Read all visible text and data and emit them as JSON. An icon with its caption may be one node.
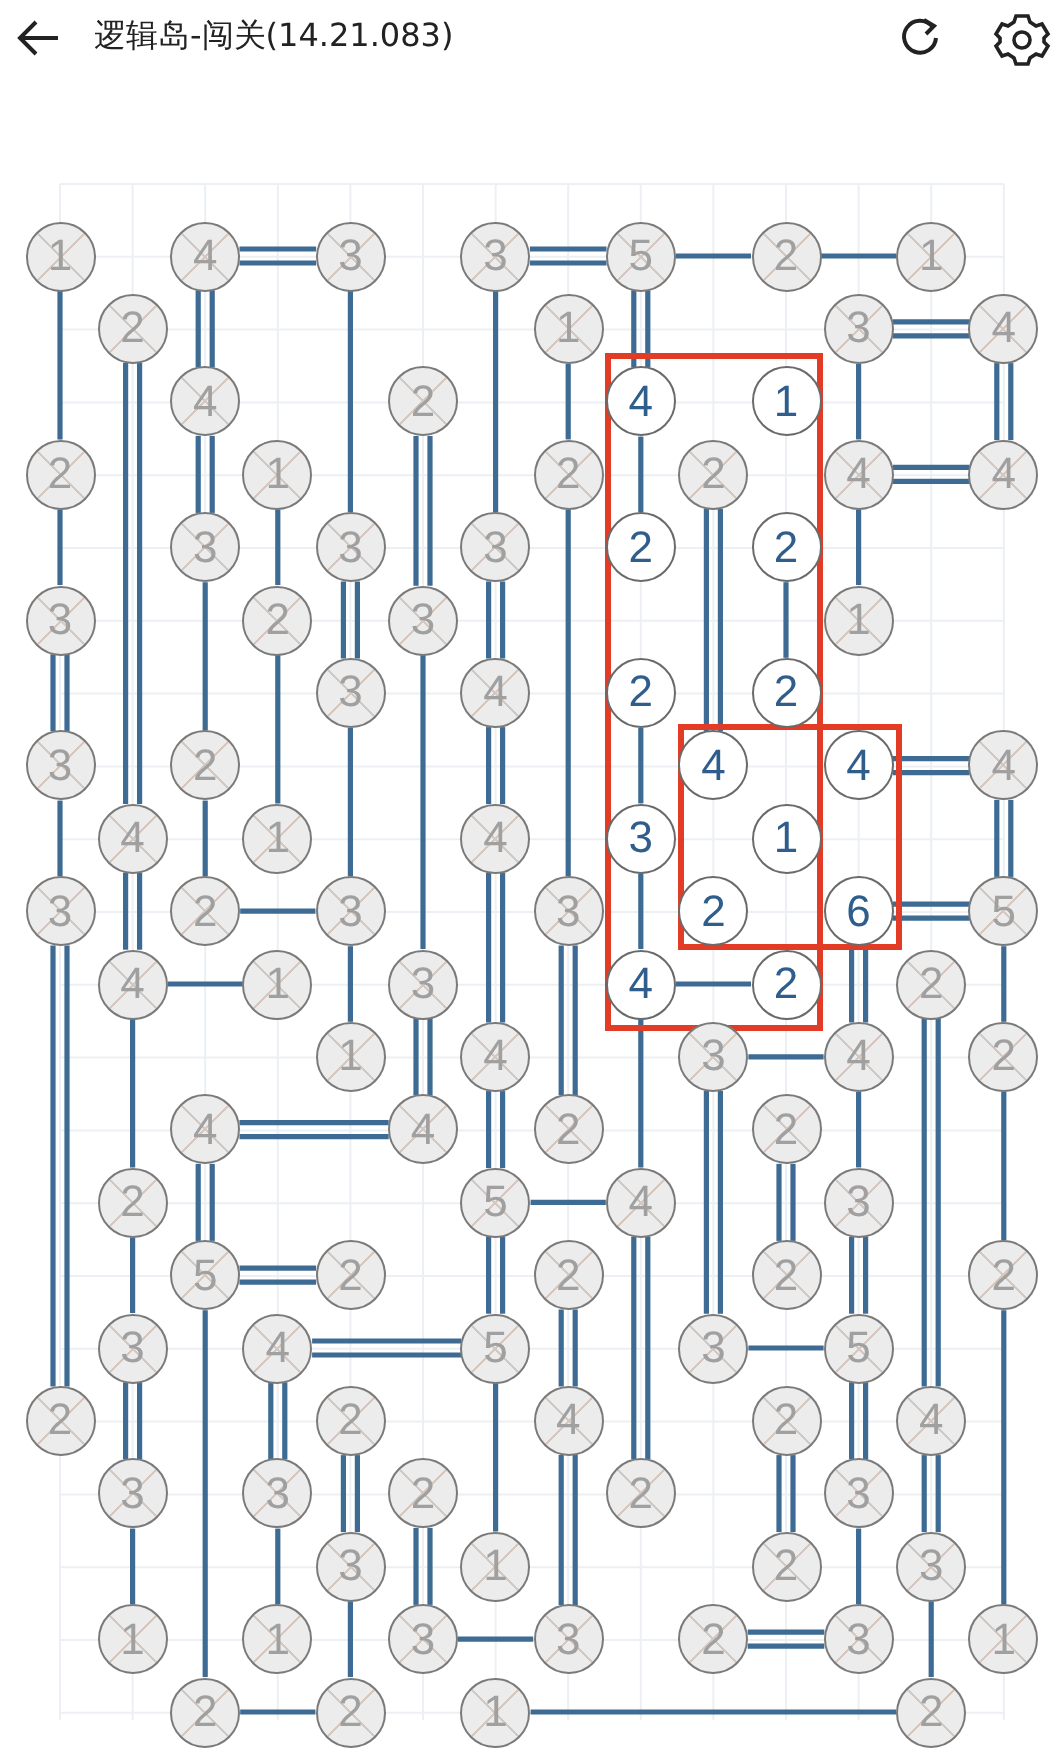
{
  "diagram": {
    "title": "逻辑岛-闯关(14.21.083)",
    "nodes": [
      {
        "text": [
          "1"
        ]
      },
      {
        "text": [
          "4"
        ]
      },
      {
        "text": [
          "3"
        ]
      },
      {
        "text": [
          "3"
        ]
      },
      {
        "text": [
          "5"
        ]
      },
      {
        "text": [
          "2"
        ]
      },
      {
        "text": [
          "1"
        ]
      },
      {
        "text": [
          "2"
        ]
      },
      {
        "text": [
          "1"
        ]
      },
      {
        "text": [
          "3"
        ]
      },
      {
        "text": [
          "4"
        ]
      },
      {
        "text": [
          "4"
        ]
      },
      {
        "text": [
          "2"
        ]
      },
      {
        "text": [
          "4"
        ]
      },
      {
        "text": [
          "1"
        ]
      },
      {
        "text": [
          "2"
        ]
      },
      {
        "text": [
          "1"
        ]
      },
      {
        "text": [
          "2"
        ]
      },
      {
        "text": [
          "2"
        ]
      },
      {
        "text": [
          "4"
        ]
      },
      {
        "text": [
          "4"
        ]
      },
      {
        "text": [
          "3"
        ]
      },
      {
        "text": [
          "3"
        ]
      },
      {
        "text": [
          "3"
        ]
      },
      {
        "text": [
          "2"
        ]
      },
      {
        "text": [
          "2"
        ]
      },
      {
        "text": [
          "3"
        ]
      },
      {
        "text": [
          "2"
        ]
      },
      {
        "text": [
          "3"
        ]
      },
      {
        "text": [
          "1"
        ]
      },
      {
        "text": [
          "3"
        ]
      },
      {
        "text": [
          "4"
        ]
      },
      {
        "text": [
          "2"
        ]
      },
      {
        "text": [
          "2"
        ]
      },
      {
        "text": [
          "3"
        ]
      },
      {
        "text": [
          "2"
        ]
      },
      {
        "text": [
          "4"
        ]
      },
      {
        "text": [
          "4"
        ]
      },
      {
        "text": [
          "4"
        ]
      },
      {
        "text": [
          "4"
        ]
      },
      {
        "text": [
          "1"
        ]
      },
      {
        "text": [
          "4"
        ]
      },
      {
        "text": [
          "3"
        ]
      },
      {
        "text": [
          "1"
        ]
      },
      {
        "text": [
          "3"
        ]
      },
      {
        "text": [
          "2"
        ]
      },
      {
        "text": [
          "3"
        ]
      },
      {
        "text": [
          "3"
        ]
      },
      {
        "text": [
          "2"
        ]
      },
      {
        "text": [
          "6"
        ]
      },
      {
        "text": [
          "5"
        ]
      },
      {
        "text": [
          "4"
        ]
      },
      {
        "text": [
          "1"
        ]
      },
      {
        "text": [
          "3"
        ]
      },
      {
        "text": [
          "4"
        ]
      },
      {
        "text": [
          "2"
        ]
      },
      {
        "text": [
          "2"
        ]
      },
      {
        "text": [
          "1"
        ]
      },
      {
        "text": [
          "4"
        ]
      },
      {
        "text": [
          "3"
        ]
      },
      {
        "text": [
          "4"
        ]
      },
      {
        "text": [
          "2"
        ]
      },
      {
        "text": [
          "4"
        ]
      },
      {
        "text": [
          "4"
        ]
      },
      {
        "text": [
          "2"
        ]
      },
      {
        "text": [
          "2"
        ]
      },
      {
        "text": [
          "2"
        ]
      },
      {
        "text": [
          "5"
        ]
      },
      {
        "text": [
          "4"
        ]
      },
      {
        "text": [
          "3"
        ]
      },
      {
        "text": [
          "5"
        ]
      },
      {
        "text": [
          "2"
        ]
      },
      {
        "text": [
          "2"
        ]
      },
      {
        "text": [
          "2"
        ]
      },
      {
        "text": [
          "2"
        ]
      },
      {
        "text": [
          "3"
        ]
      },
      {
        "text": [
          "4"
        ]
      },
      {
        "text": [
          "5"
        ]
      },
      {
        "text": [
          "3"
        ]
      },
      {
        "text": [
          "5"
        ]
      },
      {
        "text": [
          "2"
        ]
      },
      {
        "text": [
          "2"
        ]
      },
      {
        "text": [
          "4"
        ]
      },
      {
        "text": [
          "2"
        ]
      },
      {
        "text": [
          "4"
        ]
      },
      {
        "text": [
          "3"
        ]
      },
      {
        "text": [
          "3"
        ]
      },
      {
        "text": [
          "2"
        ]
      },
      {
        "text": [
          "2"
        ]
      },
      {
        "text": [
          "3"
        ]
      },
      {
        "text": [
          "3"
        ]
      },
      {
        "text": [
          "1"
        ]
      },
      {
        "text": [
          "2"
        ]
      },
      {
        "text": [
          "3"
        ]
      },
      {
        "text": [
          "1"
        ]
      },
      {
        "text": [
          "1"
        ]
      },
      {
        "text": [
          "3"
        ]
      },
      {
        "text": [
          "3"
        ]
      },
      {
        "text": [
          "2"
        ]
      },
      {
        "text": [
          "3"
        ]
      },
      {
        "text": [
          "1"
        ]
      },
      {
        "text": [
          "2"
        ]
      },
      {
        "text": [
          "2"
        ]
      },
      {
        "text": [
          "1"
        ]
      },
      {
        "text": [
          "2"
        ]
      }
    ],
    "edges": [
      {
        "from": 0,
        "to": 15,
        "arrow": "none"
      },
      {
        "from": 15,
        "to": 26,
        "arrow": "none"
      },
      {
        "from": 26,
        "to": 34,
        "arrow": "none"
      },
      {
        "from": 26,
        "to": 34,
        "arrow": "none"
      },
      {
        "from": 34,
        "to": 44,
        "arrow": "none"
      },
      {
        "from": 44,
        "to": 80,
        "arrow": "none"
      },
      {
        "from": 44,
        "to": 80,
        "arrow": "none"
      },
      {
        "from": 7,
        "to": 39,
        "arrow": "none"
      },
      {
        "from": 7,
        "to": 39,
        "arrow": "none"
      },
      {
        "from": 39,
        "to": 51,
        "arrow": "none"
      },
      {
        "from": 39,
        "to": 51,
        "arrow": "none"
      },
      {
        "from": 51,
        "to": 66,
        "arrow": "none"
      },
      {
        "from": 66,
        "to": 75,
        "arrow": "none"
      },
      {
        "from": 75,
        "to": 85,
        "arrow": "none"
      },
      {
        "from": 75,
        "to": 85,
        "arrow": "none"
      },
      {
        "from": 85,
        "to": 94,
        "arrow": "none"
      },
      {
        "from": 1,
        "to": 11,
        "arrow": "none"
      },
      {
        "from": 1,
        "to": 11,
        "arrow": "none"
      },
      {
        "from": 11,
        "to": 21,
        "arrow": "none"
      },
      {
        "from": 11,
        "to": 21,
        "arrow": "none"
      },
      {
        "from": 21,
        "to": 35,
        "arrow": "none"
      },
      {
        "from": 35,
        "to": 45,
        "arrow": "none"
      },
      {
        "from": 62,
        "to": 70,
        "arrow": "none"
      },
      {
        "from": 62,
        "to": 70,
        "arrow": "none"
      },
      {
        "from": 70,
        "to": 101,
        "arrow": "none"
      },
      {
        "from": 16,
        "to": 27,
        "arrow": "none"
      },
      {
        "from": 27,
        "to": 40,
        "arrow": "none"
      },
      {
        "from": 76,
        "to": 86,
        "arrow": "none"
      },
      {
        "from": 76,
        "to": 86,
        "arrow": "none"
      },
      {
        "from": 86,
        "to": 95,
        "arrow": "none"
      },
      {
        "from": 2,
        "to": 22,
        "arrow": "none"
      },
      {
        "from": 22,
        "to": 30,
        "arrow": "none"
      },
      {
        "from": 22,
        "to": 30,
        "arrow": "none"
      },
      {
        "from": 30,
        "to": 46,
        "arrow": "none"
      },
      {
        "from": 46,
        "to": 57,
        "arrow": "none"
      },
      {
        "from": 81,
        "to": 90,
        "arrow": "none"
      },
      {
        "from": 81,
        "to": 90,
        "arrow": "none"
      },
      {
        "from": 90,
        "to": 102,
        "arrow": "none"
      },
      {
        "from": 12,
        "to": 28,
        "arrow": "none"
      },
      {
        "from": 12,
        "to": 28,
        "arrow": "none"
      },
      {
        "from": 28,
        "to": 53,
        "arrow": "none"
      },
      {
        "from": 53,
        "to": 63,
        "arrow": "none"
      },
      {
        "from": 53,
        "to": 63,
        "arrow": "none"
      },
      {
        "from": 87,
        "to": 96,
        "arrow": "none"
      },
      {
        "from": 87,
        "to": 96,
        "arrow": "none"
      },
      {
        "from": 3,
        "to": 23,
        "arrow": "none"
      },
      {
        "from": 23,
        "to": 31,
        "arrow": "none"
      },
      {
        "from": 23,
        "to": 31,
        "arrow": "none"
      },
      {
        "from": 31,
        "to": 41,
        "arrow": "none"
      },
      {
        "from": 31,
        "to": 41,
        "arrow": "none"
      },
      {
        "from": 41,
        "to": 58,
        "arrow": "none"
      },
      {
        "from": 41,
        "to": 58,
        "arrow": "none"
      },
      {
        "from": 58,
        "to": 67,
        "arrow": "none"
      },
      {
        "from": 58,
        "to": 67,
        "arrow": "none"
      },
      {
        "from": 67,
        "to": 77,
        "arrow": "none"
      },
      {
        "from": 67,
        "to": 77,
        "arrow": "none"
      },
      {
        "from": 77,
        "to": 91,
        "arrow": "none"
      },
      {
        "from": 8,
        "to": 17,
        "arrow": "none"
      },
      {
        "from": 17,
        "to": 47,
        "arrow": "none"
      },
      {
        "from": 47,
        "to": 64,
        "arrow": "none"
      },
      {
        "from": 47,
        "to": 64,
        "arrow": "none"
      },
      {
        "from": 72,
        "to": 82,
        "arrow": "none"
      },
      {
        "from": 72,
        "to": 82,
        "arrow": "none"
      },
      {
        "from": 82,
        "to": 97,
        "arrow": "none"
      },
      {
        "from": 82,
        "to": 97,
        "arrow": "none"
      },
      {
        "from": 4,
        "to": 13,
        "arrow": "none"
      },
      {
        "from": 4,
        "to": 13,
        "arrow": "none"
      },
      {
        "from": 13,
        "to": 24,
        "arrow": "none"
      },
      {
        "from": 32,
        "to": 42,
        "arrow": "none"
      },
      {
        "from": 42,
        "to": 54,
        "arrow": "none"
      },
      {
        "from": 54,
        "to": 68,
        "arrow": "none"
      },
      {
        "from": 68,
        "to": 88,
        "arrow": "none"
      },
      {
        "from": 68,
        "to": 88,
        "arrow": "none"
      },
      {
        "from": 18,
        "to": 36,
        "arrow": "none"
      },
      {
        "from": 18,
        "to": 36,
        "arrow": "none"
      },
      {
        "from": 59,
        "to": 78,
        "arrow": "none"
      },
      {
        "from": 59,
        "to": 78,
        "arrow": "none"
      },
      {
        "from": 25,
        "to": 33,
        "arrow": "none"
      },
      {
        "from": 65,
        "to": 73,
        "arrow": "none"
      },
      {
        "from": 65,
        "to": 73,
        "arrow": "none"
      },
      {
        "from": 83,
        "to": 92,
        "arrow": "none"
      },
      {
        "from": 83,
        "to": 92,
        "arrow": "none"
      },
      {
        "from": 9,
        "to": 19,
        "arrow": "none"
      },
      {
        "from": 19,
        "to": 29,
        "arrow": "none"
      },
      {
        "from": 49,
        "to": 60,
        "arrow": "none"
      },
      {
        "from": 49,
        "to": 60,
        "arrow": "none"
      },
      {
        "from": 60,
        "to": 69,
        "arrow": "none"
      },
      {
        "from": 69,
        "to": 79,
        "arrow": "none"
      },
      {
        "from": 69,
        "to": 79,
        "arrow": "none"
      },
      {
        "from": 79,
        "to": 89,
        "arrow": "none"
      },
      {
        "from": 79,
        "to": 89,
        "arrow": "none"
      },
      {
        "from": 89,
        "to": 99,
        "arrow": "none"
      },
      {
        "from": 56,
        "to": 84,
        "arrow": "none"
      },
      {
        "from": 56,
        "to": 84,
        "arrow": "none"
      },
      {
        "from": 84,
        "to": 93,
        "arrow": "none"
      },
      {
        "from": 84,
        "to": 93,
        "arrow": "none"
      },
      {
        "from": 93,
        "to": 104,
        "arrow": "none"
      },
      {
        "from": 10,
        "to": 20,
        "arrow": "none"
      },
      {
        "from": 10,
        "to": 20,
        "arrow": "none"
      },
      {
        "from": 38,
        "to": 50,
        "arrow": "none"
      },
      {
        "from": 38,
        "to": 50,
        "arrow": "none"
      },
      {
        "from": 50,
        "to": 61,
        "arrow": "none"
      },
      {
        "from": 61,
        "to": 74,
        "arrow": "none"
      },
      {
        "from": 74,
        "to": 100,
        "arrow": "none"
      },
      {
        "from": 1,
        "to": 2,
        "arrow": "none"
      },
      {
        "from": 1,
        "to": 2,
        "arrow": "none"
      },
      {
        "from": 3,
        "to": 4,
        "arrow": "none"
      },
      {
        "from": 3,
        "to": 4,
        "arrow": "none"
      },
      {
        "from": 4,
        "to": 5,
        "arrow": "none"
      },
      {
        "from": 5,
        "to": 6,
        "arrow": "none"
      },
      {
        "from": 9,
        "to": 10,
        "arrow": "none"
      },
      {
        "from": 9,
        "to": 10,
        "arrow": "none"
      },
      {
        "from": 19,
        "to": 20,
        "arrow": "none"
      },
      {
        "from": 19,
        "to": 20,
        "arrow": "none"
      },
      {
        "from": 37,
        "to": 38,
        "arrow": "none"
      },
      {
        "from": 37,
        "to": 38,
        "arrow": "none"
      },
      {
        "from": 45,
        "to": 46,
        "arrow": "none"
      },
      {
        "from": 49,
        "to": 50,
        "arrow": "none"
      },
      {
        "from": 49,
        "to": 50,
        "arrow": "none"
      },
      {
        "from": 51,
        "to": 52,
        "arrow": "none"
      },
      {
        "from": 54,
        "to": 55,
        "arrow": "none"
      },
      {
        "from": 59,
        "to": 60,
        "arrow": "none"
      },
      {
        "from": 62,
        "to": 63,
        "arrow": "none"
      },
      {
        "from": 62,
        "to": 63,
        "arrow": "none"
      },
      {
        "from": 67,
        "to": 68,
        "arrow": "none"
      },
      {
        "from": 70,
        "to": 71,
        "arrow": "none"
      },
      {
        "from": 70,
        "to": 71,
        "arrow": "none"
      },
      {
        "from": 76,
        "to": 77,
        "arrow": "none"
      },
      {
        "from": 76,
        "to": 77,
        "arrow": "none"
      },
      {
        "from": 78,
        "to": 79,
        "arrow": "none"
      },
      {
        "from": 96,
        "to": 97,
        "arrow": "none"
      },
      {
        "from": 98,
        "to": 99,
        "arrow": "none"
      },
      {
        "from": 98,
        "to": 99,
        "arrow": "none"
      },
      {
        "from": 101,
        "to": 102,
        "arrow": "none"
      },
      {
        "from": 103,
        "to": 104,
        "arrow": "none"
      }
    ]
  }
}
